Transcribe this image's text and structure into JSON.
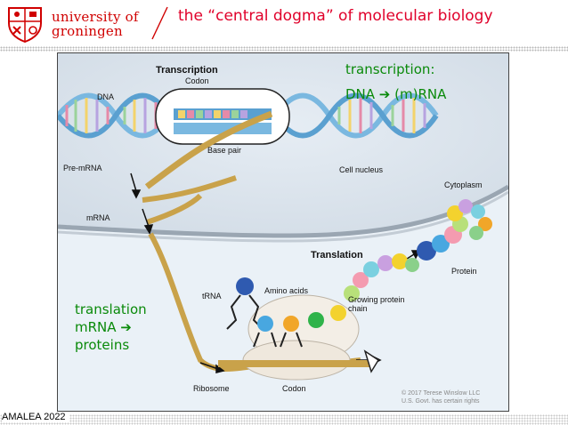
{
  "header": {
    "university_line1": "university of",
    "university_line2": "groningen",
    "title": "the “central dogma” of molecular biology"
  },
  "overlay": {
    "transcription_heading": "transcription:",
    "transcription_detail": "DNA ➔ (m)RNA",
    "translation_line1": "translation",
    "translation_line2": "mRNA ➔",
    "translation_line3": "proteins"
  },
  "diagram": {
    "transcription": "Transcription",
    "codon_top": "Codon",
    "dna": "DNA",
    "base_pair": "Base pair",
    "pre_mrna": "Pre-mRNA",
    "mrna": "mRNA",
    "cell_nucleus": "Cell nucleus",
    "cytoplasm": "Cytoplasm",
    "translation": "Translation",
    "protein": "Protein",
    "amino_acids": "Amino acids",
    "trna": "tRNA",
    "growing_chain_1": "Growing protein",
    "growing_chain_2": "chain",
    "ribosome": "Ribosome",
    "codon_bottom": "Codon",
    "copyright_1": "© 2017 Terese Winslow LLC",
    "copyright_2": "U.S. Govt. has certain rights"
  },
  "footer": {
    "label": "AMALEA 2022"
  },
  "colors": {
    "brand_red": "#d00000",
    "title_red": "#e0002a",
    "overlay_green": "#0a8a0a"
  }
}
